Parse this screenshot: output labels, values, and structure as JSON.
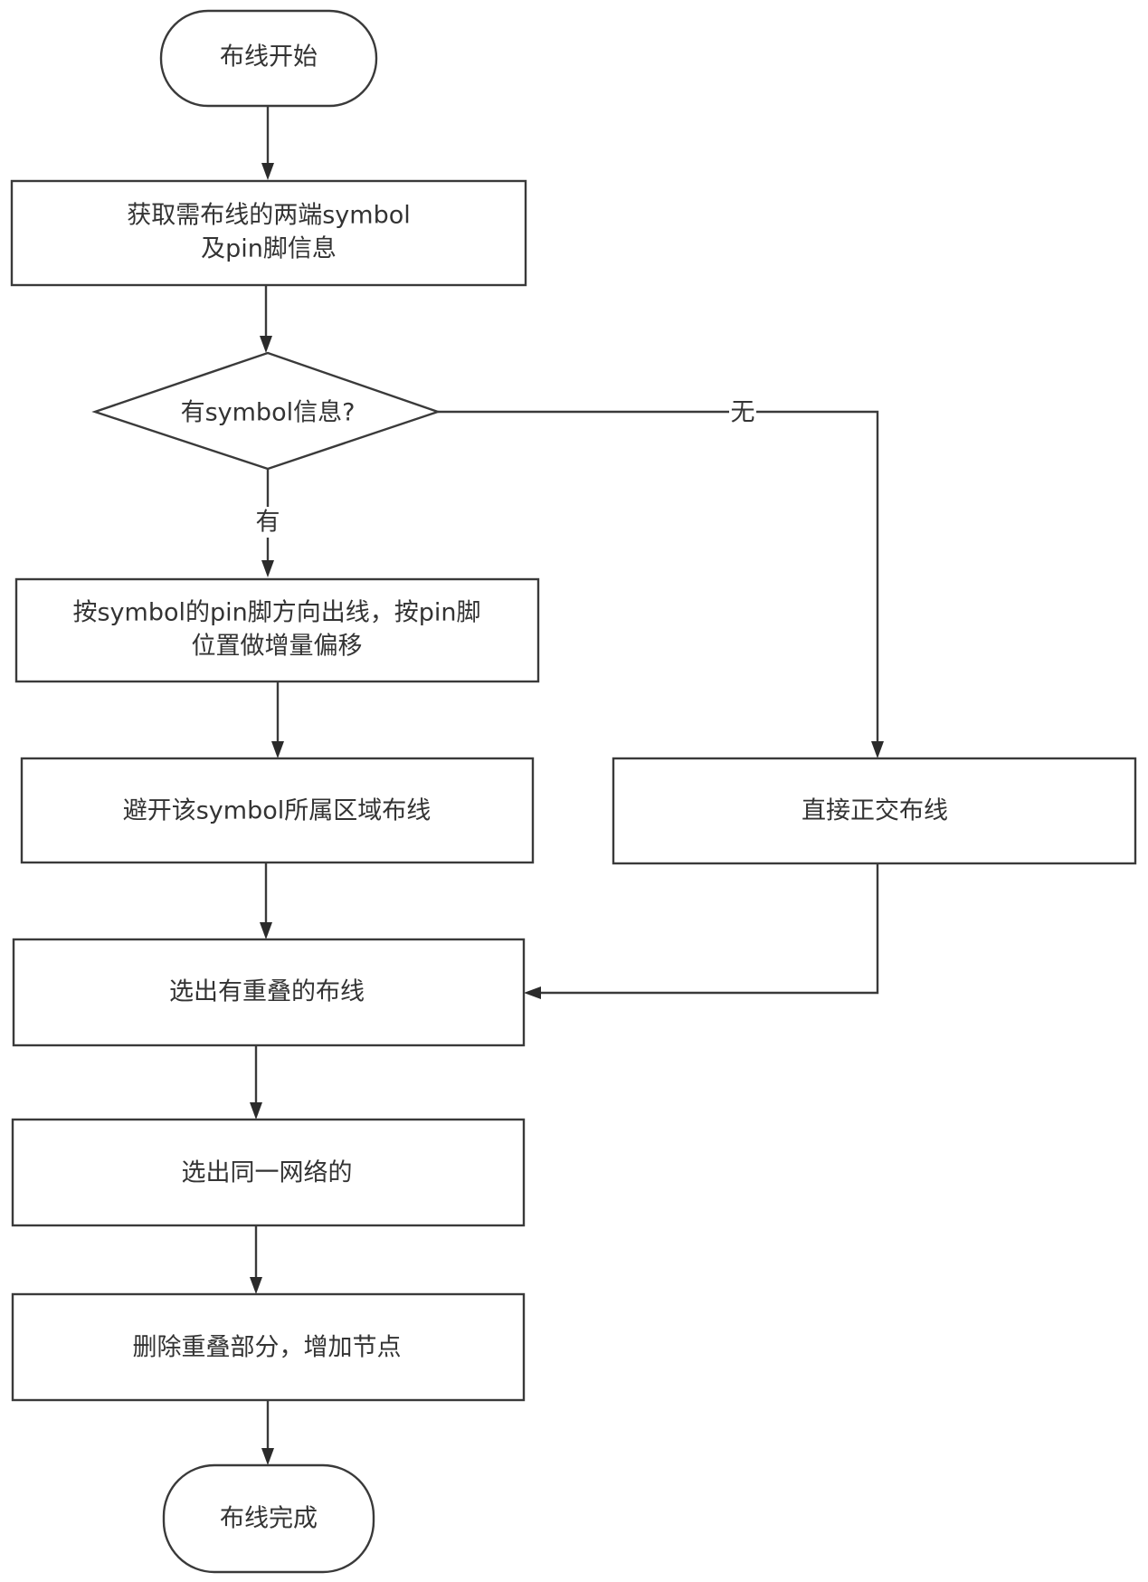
{
  "diagram": {
    "type": "flowchart",
    "nodes": [
      {
        "id": "start",
        "shape": "terminal",
        "lines": [
          "布线开始"
        ]
      },
      {
        "id": "get_info",
        "shape": "process",
        "lines": [
          "获取需布线的两端symbol",
          "及pin脚信息"
        ]
      },
      {
        "id": "has_symbol",
        "shape": "decision",
        "lines": [
          "有symbol信息?"
        ]
      },
      {
        "id": "pin_direction",
        "shape": "process",
        "lines": [
          "按symbol的pin脚方向出线，按pin脚",
          "位置做增量偏移"
        ]
      },
      {
        "id": "avoid_area",
        "shape": "process",
        "lines": [
          "避开该symbol所属区域布线"
        ]
      },
      {
        "id": "direct_ortho",
        "shape": "process",
        "lines": [
          "直接正交布线"
        ]
      },
      {
        "id": "select_overlap",
        "shape": "process",
        "lines": [
          "选出有重叠的布线"
        ]
      },
      {
        "id": "select_same_net",
        "shape": "process",
        "lines": [
          "选出同一网络的"
        ]
      },
      {
        "id": "delete_overlap",
        "shape": "process",
        "lines": [
          "删除重叠部分，增加节点"
        ]
      },
      {
        "id": "end",
        "shape": "terminal",
        "lines": [
          "布线完成"
        ]
      }
    ],
    "edges": [
      {
        "from": "start",
        "to": "get_info",
        "label": ""
      },
      {
        "from": "get_info",
        "to": "has_symbol",
        "label": ""
      },
      {
        "from": "has_symbol",
        "to": "pin_direction",
        "label": "有"
      },
      {
        "from": "has_symbol",
        "to": "direct_ortho",
        "label": "无"
      },
      {
        "from": "pin_direction",
        "to": "avoid_area",
        "label": ""
      },
      {
        "from": "avoid_area",
        "to": "select_overlap",
        "label": ""
      },
      {
        "from": "direct_ortho",
        "to": "select_overlap",
        "label": ""
      },
      {
        "from": "select_overlap",
        "to": "select_same_net",
        "label": ""
      },
      {
        "from": "select_same_net",
        "to": "delete_overlap",
        "label": ""
      },
      {
        "from": "delete_overlap",
        "to": "end",
        "label": ""
      }
    ]
  },
  "colors": {
    "stroke": "#3a3a3a",
    "text": "#333333",
    "background": "#ffffff"
  }
}
